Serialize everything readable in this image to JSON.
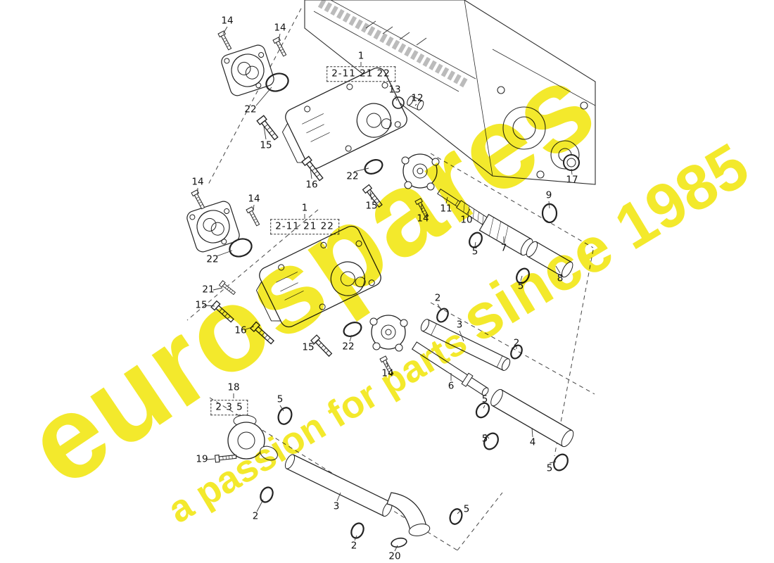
{
  "diagram": {
    "watermark": {
      "line1": "eurospares",
      "line2a": "a passion for parts ",
      "line2b": "since 1985",
      "color": "#f2e60e"
    },
    "boxed": [
      "2-11 21 22",
      "2-11 21 22",
      "2 3 5"
    ],
    "callouts": [
      "14",
      "14",
      "1",
      "13",
      "12",
      "22",
      "15",
      "16",
      "22",
      "15",
      "14",
      "11",
      "10",
      "9",
      "17",
      "7",
      "5",
      "8",
      "5",
      "14",
      "14",
      "1",
      "22",
      "21",
      "15",
      "16",
      "15",
      "22",
      "14",
      "2",
      "3",
      "2",
      "6",
      "5",
      "4",
      "5",
      "5",
      "18",
      "5",
      "19",
      "2",
      "3",
      "5",
      "2",
      "20"
    ]
  }
}
